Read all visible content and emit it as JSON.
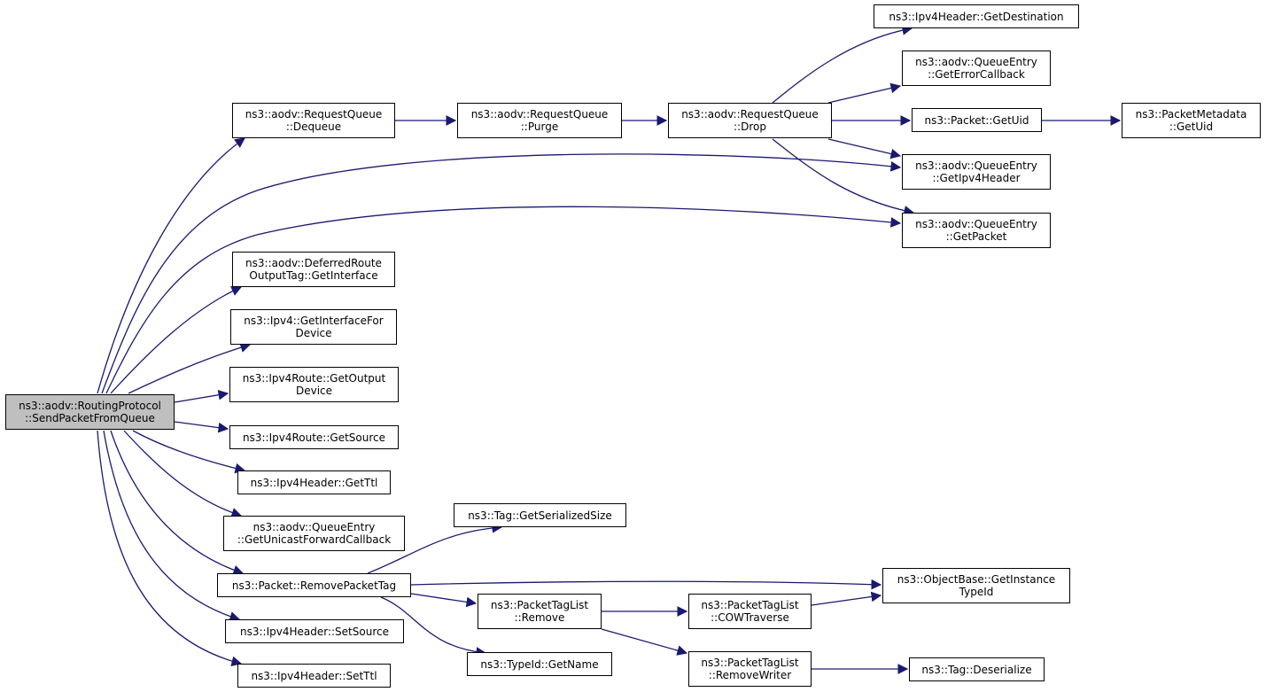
{
  "colors": {
    "edge": "#191970",
    "root_fill": "#bfbfbf",
    "node_fill": "#ffffff",
    "border": "#000000"
  },
  "nodes": {
    "root": "ns3::aodv::RoutingProtocol\n::SendPacketFromQueue",
    "rq_dequeue": "ns3::aodv::RequestQueue\n::Dequeue",
    "rq_purge": "ns3::aodv::RequestQueue\n::Purge",
    "rq_drop": "ns3::aodv::RequestQueue\n::Drop",
    "ipv4h_getdest": "ns3::Ipv4Header::GetDestination",
    "qe_geterrcb": "ns3::aodv::QueueEntry\n::GetErrorCallback",
    "pkt_getuid": "ns3::Packet::GetUid",
    "pm_getuid": "ns3::PacketMetadata\n::GetUid",
    "qe_getipv4hdr": "ns3::aodv::QueueEntry\n::GetIpv4Header",
    "qe_getpacket": "ns3::aodv::QueueEntry\n::GetPacket",
    "drot_getiface": "ns3::aodv::DeferredRoute\nOutputTag::GetInterface",
    "ipv4_getiface": "ns3::Ipv4::GetInterfaceFor\nDevice",
    "ipv4r_getout": "ns3::Ipv4Route::GetOutput\nDevice",
    "ipv4r_getsrc": "ns3::Ipv4Route::GetSource",
    "ipv4h_getttl": "ns3::Ipv4Header::GetTtl",
    "qe_getucb": "ns3::aodv::QueueEntry\n::GetUnicastForwardCallback",
    "tag_getsersize": "ns3::Tag::GetSerializedSize",
    "pkt_rmtag": "ns3::Packet::RemovePacketTag",
    "ob_getinst": "ns3::ObjectBase::GetInstance\nTypeId",
    "ptl_remove": "ns3::PacketTagList\n::Remove",
    "ptl_cow": "ns3::PacketTagList\n::COWTraverse",
    "ipv4h_setsrc": "ns3::Ipv4Header::SetSource",
    "typeid_getname": "ns3::TypeId::GetName",
    "ptl_rmwriter": "ns3::PacketTagList\n::RemoveWriter",
    "tag_deser": "ns3::Tag::Deserialize",
    "ipv4h_setttl": "ns3::Ipv4Header::SetTtl"
  },
  "edges": [
    [
      "root",
      "rq_dequeue"
    ],
    [
      "root",
      "qe_getipv4hdr"
    ],
    [
      "root",
      "qe_getpacket"
    ],
    [
      "root",
      "drot_getiface"
    ],
    [
      "root",
      "ipv4_getiface"
    ],
    [
      "root",
      "ipv4r_getout"
    ],
    [
      "root",
      "ipv4r_getsrc"
    ],
    [
      "root",
      "ipv4h_getttl"
    ],
    [
      "root",
      "qe_getucb"
    ],
    [
      "root",
      "pkt_rmtag"
    ],
    [
      "root",
      "ipv4h_setsrc"
    ],
    [
      "root",
      "ipv4h_setttl"
    ],
    [
      "rq_dequeue",
      "rq_purge"
    ],
    [
      "rq_purge",
      "rq_drop"
    ],
    [
      "rq_drop",
      "ipv4h_getdest"
    ],
    [
      "rq_drop",
      "qe_geterrcb"
    ],
    [
      "rq_drop",
      "pkt_getuid"
    ],
    [
      "rq_drop",
      "qe_getipv4hdr"
    ],
    [
      "rq_drop",
      "qe_getpacket"
    ],
    [
      "pkt_getuid",
      "pm_getuid"
    ],
    [
      "pkt_rmtag",
      "tag_getsersize"
    ],
    [
      "pkt_rmtag",
      "ob_getinst"
    ],
    [
      "pkt_rmtag",
      "ptl_remove"
    ],
    [
      "pkt_rmtag",
      "typeid_getname"
    ],
    [
      "ptl_remove",
      "ptl_cow"
    ],
    [
      "ptl_remove",
      "ptl_rmwriter"
    ],
    [
      "ptl_cow",
      "ob_getinst"
    ],
    [
      "ptl_rmwriter",
      "tag_deser"
    ]
  ]
}
